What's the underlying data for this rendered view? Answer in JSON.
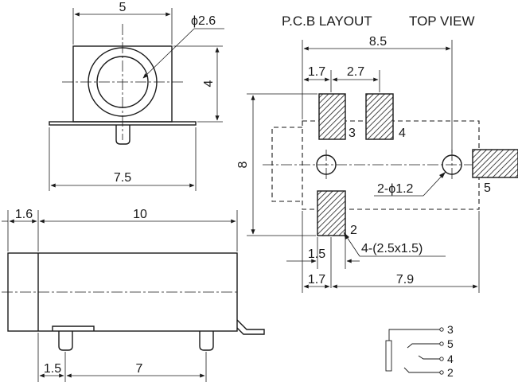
{
  "front_view": {
    "width_dim": "5",
    "height_dim": "4",
    "hole_dim": "ϕ2.6",
    "base_dim": "7.5"
  },
  "side_view": {
    "front_len_dim": "1.6",
    "length_dim": "10",
    "pin_offset_dim": "1.5",
    "pin_pitch_dim": "7"
  },
  "pcb_layout": {
    "title": "P.C.B LAYOUT",
    "view_label": "TOP VIEW",
    "width_dim": "8.5",
    "pad1_dim": "1.7",
    "pad_gap_dim": "2.7",
    "height_dim": "8",
    "hole_callout": "2-ϕ1.2",
    "pad_callout": "4-(2.5x1.5)",
    "pad_width_dim": "1.5",
    "bottom_left_dim": "1.7",
    "bottom_right_dim": "7.9",
    "pad_labels": [
      "3",
      "4",
      "2",
      "5"
    ]
  },
  "schematic": {
    "pin_labels": [
      "3",
      "5",
      "4",
      "2"
    ]
  }
}
